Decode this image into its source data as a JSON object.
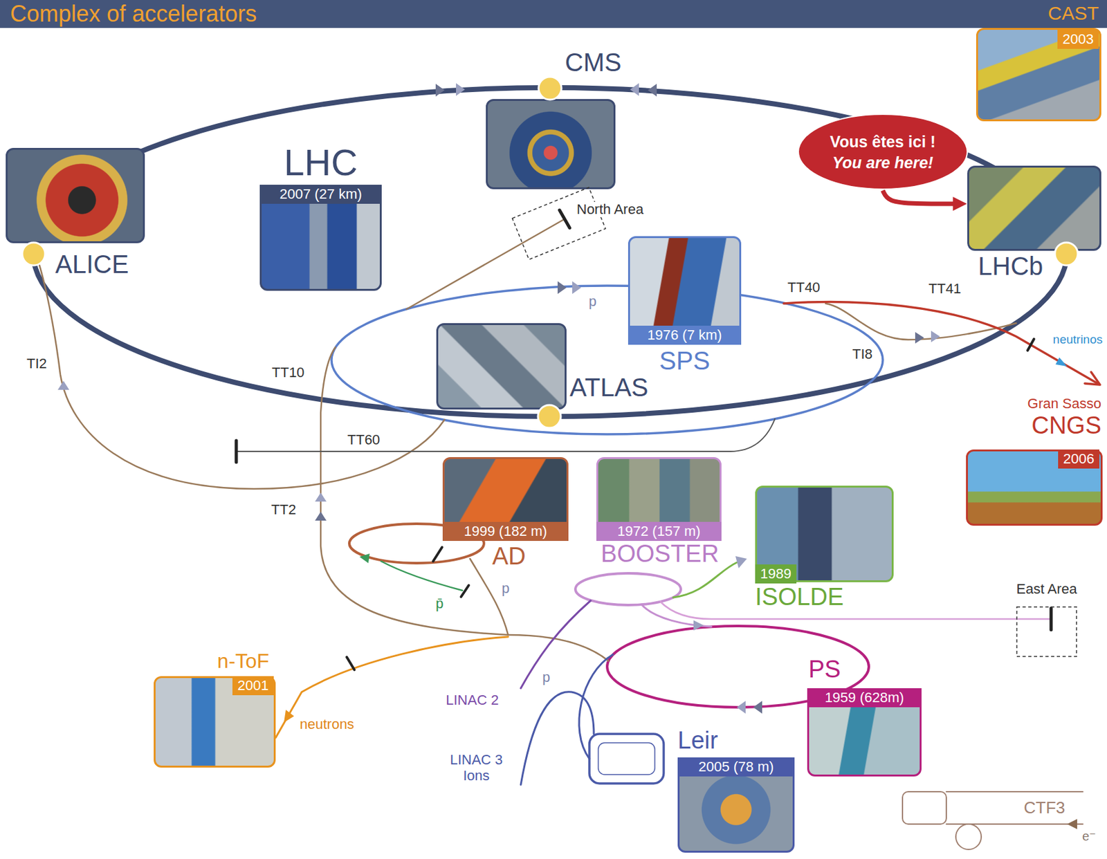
{
  "diagram": {
    "title": "Complex of accelerators",
    "nodes": [
      {
        "text": [
          "CAST",
          "2003"
        ]
      },
      {
        "text": [
          "CMS"
        ]
      },
      {
        "text": [
          "Vous êtes ici !",
          "You are here!"
        ]
      },
      {
        "text": [
          "LHC",
          "2007 (27 km)"
        ]
      },
      {
        "text": [
          "ALICE"
        ]
      },
      {
        "text": [
          "LHCb"
        ]
      },
      {
        "text": [
          "North Area"
        ]
      },
      {
        "text": [
          "1976 (7 km)",
          "SPS"
        ]
      },
      {
        "text": [
          "ATLAS"
        ]
      },
      {
        "text": [
          "Gran Sasso",
          "CNGS",
          "2006"
        ]
      },
      {
        "text": [
          "1999 (182 m)",
          "AD"
        ]
      },
      {
        "text": [
          "1972 (157 m)",
          "BOOSTER"
        ]
      },
      {
        "text": [
          "1989",
          "ISOLDE"
        ]
      },
      {
        "text": [
          "East Area"
        ]
      },
      {
        "text": [
          "n-ToF",
          "2001"
        ]
      },
      {
        "text": [
          "PS",
          "1959 (628m)"
        ]
      },
      {
        "text": [
          "Leir",
          "2005 (78 m)"
        ]
      },
      {
        "text": [
          "CTF3"
        ]
      }
    ],
    "edges": [
      {
        "from": 2,
        "to": 5,
        "arrow": "to"
      }
    ],
    "labels": [
      "TT40",
      "TT41",
      "p",
      "TI8",
      "neutrinos",
      "TI2",
      "TT10",
      "TT60",
      "TT2",
      "p̄",
      "p",
      "p",
      "LINAC 2",
      "neutrons",
      "LINAC 3 Ions",
      "e⁻"
    ]
  }
}
